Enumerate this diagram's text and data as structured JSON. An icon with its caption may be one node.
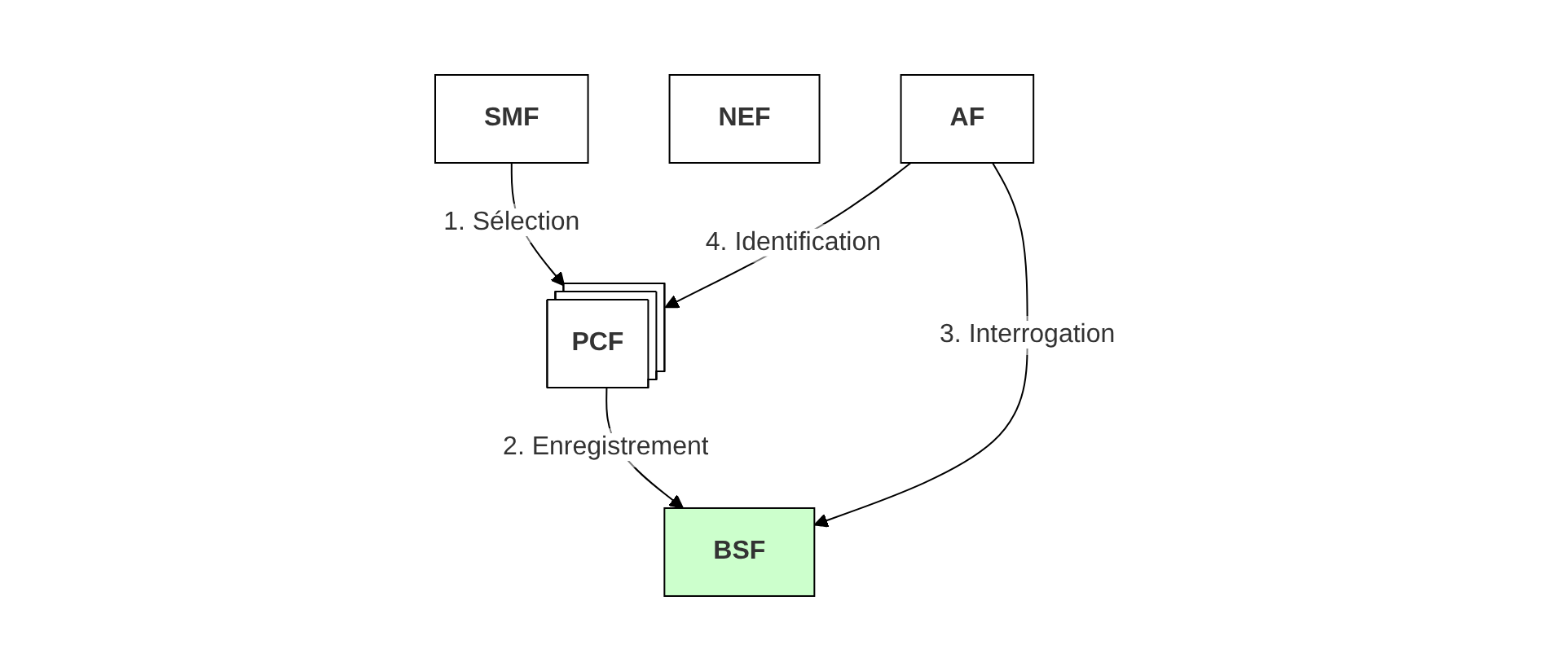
{
  "diagram": {
    "nodes": [
      {
        "text": [
          "PCF"
        ]
      },
      {
        "text": [
          "AF"
        ]
      },
      {
        "text": [
          "NEF"
        ]
      },
      {
        "text": [
          "SMF"
        ]
      },
      {
        "text": [
          "BSF"
        ]
      }
    ],
    "edges": [
      {
        "from": 3,
        "to": 0,
        "arrow": "to",
        "label": "1. Sélection"
      },
      {
        "from": 0,
        "to": 4,
        "arrow": "to",
        "label": "2. Enregistrement"
      },
      {
        "from": 1,
        "to": 4,
        "arrow": "to",
        "label": "3. Interrogation"
      },
      {
        "from": 1,
        "to": 0,
        "arrow": "to",
        "label": "4. Identification"
      }
    ]
  }
}
